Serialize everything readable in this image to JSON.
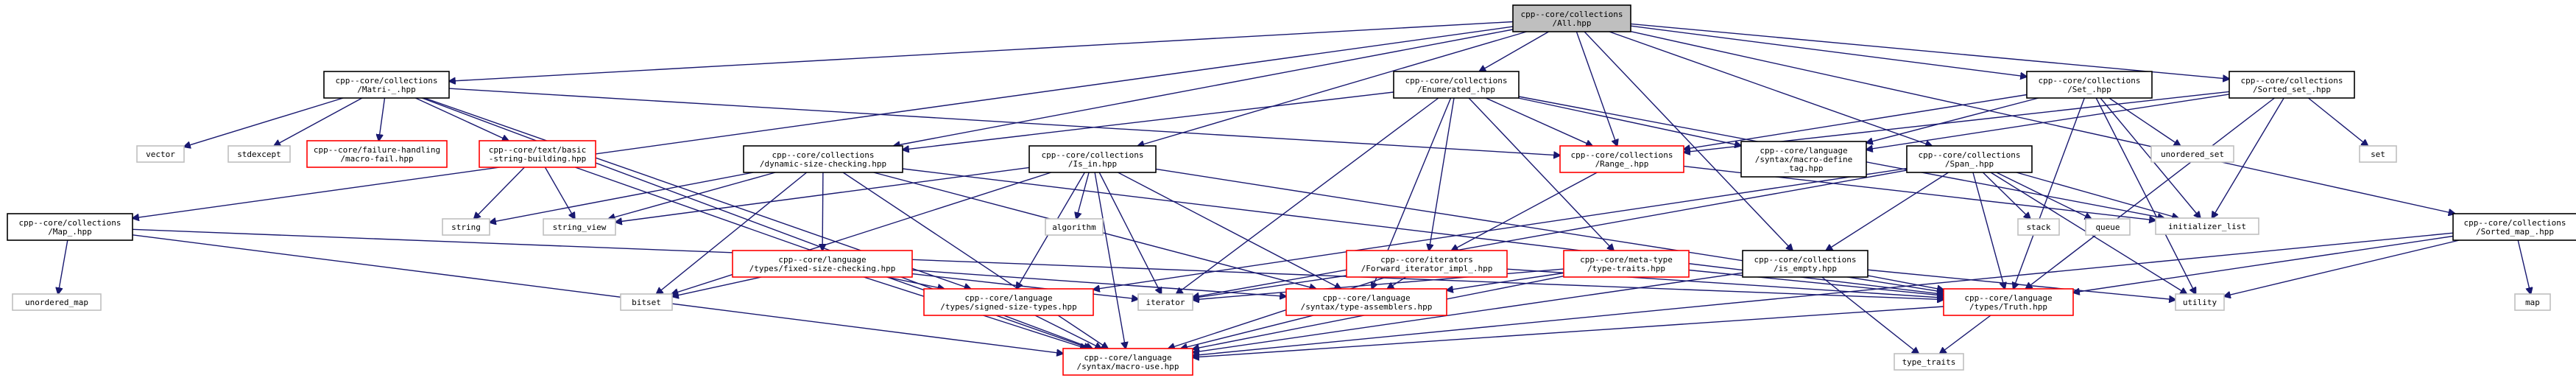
{
  "colors": {
    "edge": "#191970",
    "normal_border": "#000000",
    "missing_border": "#ff0000",
    "plain_border": "#bfbfbf",
    "root_fill": "#bfbfbf",
    "fill": "#ffffff",
    "plain_text": "#4d4d4d"
  },
  "nodes": [
    {
      "id": "all",
      "style": "root",
      "lines": [
        "cpp--core/collections",
        "/All.hpp"
      ]
    },
    {
      "id": "matrix",
      "style": "normal",
      "lines": [
        "cpp--core/collections",
        "/Matri-_.hpp"
      ]
    },
    {
      "id": "enumerated",
      "style": "normal",
      "lines": [
        "cpp--core/collections",
        "/Enumerated_.hpp"
      ]
    },
    {
      "id": "set",
      "style": "normal",
      "lines": [
        "cpp--core/collections",
        "/Set_.hpp"
      ]
    },
    {
      "id": "sortedset",
      "style": "normal",
      "lines": [
        "cpp--core/collections",
        "/Sorted_set_.hpp"
      ]
    },
    {
      "id": "vector",
      "style": "plain",
      "lines": [
        "vector"
      ]
    },
    {
      "id": "stdexcept",
      "style": "plain",
      "lines": [
        "stdexcept"
      ]
    },
    {
      "id": "failure",
      "style": "missing",
      "lines": [
        "cpp--core/failure-handling",
        "/macro-fail.hpp"
      ]
    },
    {
      "id": "strbuild",
      "style": "missing",
      "lines": [
        "cpp--core/text/basic",
        "-string-building.hpp"
      ]
    },
    {
      "id": "dynsize",
      "style": "normal",
      "lines": [
        "cpp--core/collections",
        "/dynamic-size-checking.hpp"
      ]
    },
    {
      "id": "isin",
      "style": "normal",
      "lines": [
        "cpp--core/collections",
        "/Is_in.hpp"
      ]
    },
    {
      "id": "range",
      "style": "missing",
      "lines": [
        "cpp--core/collections",
        "/Range_.hpp"
      ]
    },
    {
      "id": "macrodef",
      "style": "normal",
      "lines": [
        "cpp--core/language",
        "/syntax/macro-define",
        "_tag.hpp"
      ]
    },
    {
      "id": "span",
      "style": "normal",
      "lines": [
        "cpp--core/collections",
        "/Span_.hpp"
      ]
    },
    {
      "id": "unordset",
      "style": "plain",
      "lines": [
        "unordered_set"
      ]
    },
    {
      "id": "setstd",
      "style": "plain",
      "lines": [
        "set"
      ]
    },
    {
      "id": "initlist",
      "style": "plain",
      "lines": [
        "initializer_list"
      ]
    },
    {
      "id": "map",
      "style": "normal",
      "lines": [
        "cpp--core/collections",
        "/Map_.hpp"
      ]
    },
    {
      "id": "string",
      "style": "plain",
      "lines": [
        "string"
      ]
    },
    {
      "id": "stringview",
      "style": "plain",
      "lines": [
        "string_view"
      ]
    },
    {
      "id": "algorithm",
      "style": "plain",
      "lines": [
        "algorithm"
      ]
    },
    {
      "id": "fixedsize",
      "style": "missing",
      "lines": [
        "cpp--core/language",
        "/types/fixed-size-checking.hpp"
      ]
    },
    {
      "id": "fwditer",
      "style": "missing",
      "lines": [
        "cpp--core/iterators",
        "/Forward_iterator_impl_.hpp"
      ]
    },
    {
      "id": "typetraits_h",
      "style": "missing",
      "lines": [
        "cpp--core/meta-type",
        "/type-traits.hpp"
      ]
    },
    {
      "id": "isempty",
      "style": "normal",
      "lines": [
        "cpp--core/collections",
        "/is_empty.hpp"
      ]
    },
    {
      "id": "stack",
      "style": "plain",
      "lines": [
        "stack"
      ]
    },
    {
      "id": "queue",
      "style": "plain",
      "lines": [
        "queue"
      ]
    },
    {
      "id": "sortedmap",
      "style": "normal",
      "lines": [
        "cpp--core/collections",
        "/Sorted_map_.hpp"
      ]
    },
    {
      "id": "unordmap",
      "style": "plain",
      "lines": [
        "unordered_map"
      ]
    },
    {
      "id": "bitset",
      "style": "plain",
      "lines": [
        "bitset"
      ]
    },
    {
      "id": "signedsize",
      "style": "missing",
      "lines": [
        "cpp--core/language",
        "/types/signed-size-types.hpp"
      ]
    },
    {
      "id": "iterator",
      "style": "plain",
      "lines": [
        "iterator"
      ]
    },
    {
      "id": "typeasm",
      "style": "missing",
      "lines": [
        "cpp--core/language",
        "/syntax/type-assemblers.hpp"
      ]
    },
    {
      "id": "truth",
      "style": "missing",
      "lines": [
        "cpp--core/language",
        "/types/Truth.hpp"
      ]
    },
    {
      "id": "utility",
      "style": "plain",
      "lines": [
        "utility"
      ]
    },
    {
      "id": "mapstd",
      "style": "plain",
      "lines": [
        "map"
      ]
    },
    {
      "id": "typetraits",
      "style": "plain",
      "lines": [
        "type_traits"
      ]
    },
    {
      "id": "macrouse",
      "style": "missing",
      "lines": [
        "cpp--core/language",
        "/syntax/macro-use.hpp"
      ]
    }
  ],
  "edges": [
    [
      "all",
      "matrix"
    ],
    [
      "all",
      "enumerated"
    ],
    [
      "all",
      "set"
    ],
    [
      "all",
      "sortedset"
    ],
    [
      "all",
      "map"
    ],
    [
      "all",
      "dynsize"
    ],
    [
      "all",
      "isin"
    ],
    [
      "all",
      "range"
    ],
    [
      "all",
      "span"
    ],
    [
      "all",
      "sortedmap"
    ],
    [
      "all",
      "isempty"
    ],
    [
      "matrix",
      "vector"
    ],
    [
      "matrix",
      "stdexcept"
    ],
    [
      "matrix",
      "failure"
    ],
    [
      "matrix",
      "strbuild"
    ],
    [
      "matrix",
      "range"
    ],
    [
      "matrix",
      "macrouse"
    ],
    [
      "matrix",
      "signedsize"
    ],
    [
      "enumerated",
      "dynsize"
    ],
    [
      "enumerated",
      "range"
    ],
    [
      "enumerated",
      "macrodef"
    ],
    [
      "enumerated",
      "initlist"
    ],
    [
      "enumerated",
      "fwditer"
    ],
    [
      "enumerated",
      "typetraits_h"
    ],
    [
      "enumerated",
      "iterator"
    ],
    [
      "enumerated",
      "typeasm"
    ],
    [
      "set",
      "macrodef"
    ],
    [
      "set",
      "range"
    ],
    [
      "set",
      "unordset"
    ],
    [
      "set",
      "initlist"
    ],
    [
      "set",
      "truth"
    ],
    [
      "set",
      "utility"
    ],
    [
      "sortedset",
      "setstd"
    ],
    [
      "sortedset",
      "range"
    ],
    [
      "sortedset",
      "macrodef"
    ],
    [
      "sortedset",
      "initlist"
    ],
    [
      "sortedset",
      "truth"
    ],
    [
      "strbuild",
      "string"
    ],
    [
      "strbuild",
      "stringview"
    ],
    [
      "strbuild",
      "macrouse"
    ],
    [
      "dynsize",
      "string"
    ],
    [
      "dynsize",
      "stringview"
    ],
    [
      "dynsize",
      "bitset"
    ],
    [
      "dynsize",
      "fixedsize"
    ],
    [
      "dynsize",
      "typeasm"
    ],
    [
      "dynsize",
      "macrouse"
    ],
    [
      "dynsize",
      "truth"
    ],
    [
      "isin",
      "stringview"
    ],
    [
      "isin",
      "algorithm"
    ],
    [
      "isin",
      "bitset"
    ],
    [
      "isin",
      "iterator"
    ],
    [
      "isin",
      "typeasm"
    ],
    [
      "isin",
      "signedsize"
    ],
    [
      "isin",
      "macrouse"
    ],
    [
      "isin",
      "truth"
    ],
    [
      "range",
      "fwditer"
    ],
    [
      "range",
      "initlist"
    ],
    [
      "span",
      "stack"
    ],
    [
      "span",
      "queue"
    ],
    [
      "span",
      "initlist"
    ],
    [
      "span",
      "truth"
    ],
    [
      "span",
      "utility"
    ],
    [
      "span",
      "iterator"
    ],
    [
      "span",
      "signedsize"
    ],
    [
      "span",
      "isempty"
    ],
    [
      "map",
      "unordmap"
    ],
    [
      "map",
      "macrouse"
    ],
    [
      "map",
      "truth"
    ],
    [
      "fixedsize",
      "bitset"
    ],
    [
      "fixedsize",
      "signedsize"
    ],
    [
      "fixedsize",
      "iterator"
    ],
    [
      "fixedsize",
      "macrouse"
    ],
    [
      "fixedsize",
      "typeasm"
    ],
    [
      "fwditer",
      "iterator"
    ],
    [
      "fwditer",
      "typeasm"
    ],
    [
      "fwditer",
      "truth"
    ],
    [
      "fwditer",
      "macrouse"
    ],
    [
      "typetraits_h",
      "iterator"
    ],
    [
      "typetraits_h",
      "typeasm"
    ],
    [
      "typetraits_h",
      "truth"
    ],
    [
      "typetraits_h",
      "macrouse"
    ],
    [
      "isempty",
      "utility"
    ],
    [
      "isempty",
      "truth"
    ],
    [
      "isempty",
      "typetraits"
    ],
    [
      "isempty",
      "macrouse"
    ],
    [
      "sortedmap",
      "mapstd"
    ],
    [
      "sortedmap",
      "truth"
    ],
    [
      "sortedmap",
      "utility"
    ],
    [
      "sortedmap",
      "macrouse"
    ],
    [
      "signedsize",
      "macrouse"
    ],
    [
      "typeasm",
      "macrouse"
    ],
    [
      "truth",
      "typetraits"
    ],
    [
      "truth",
      "macrouse"
    ]
  ]
}
